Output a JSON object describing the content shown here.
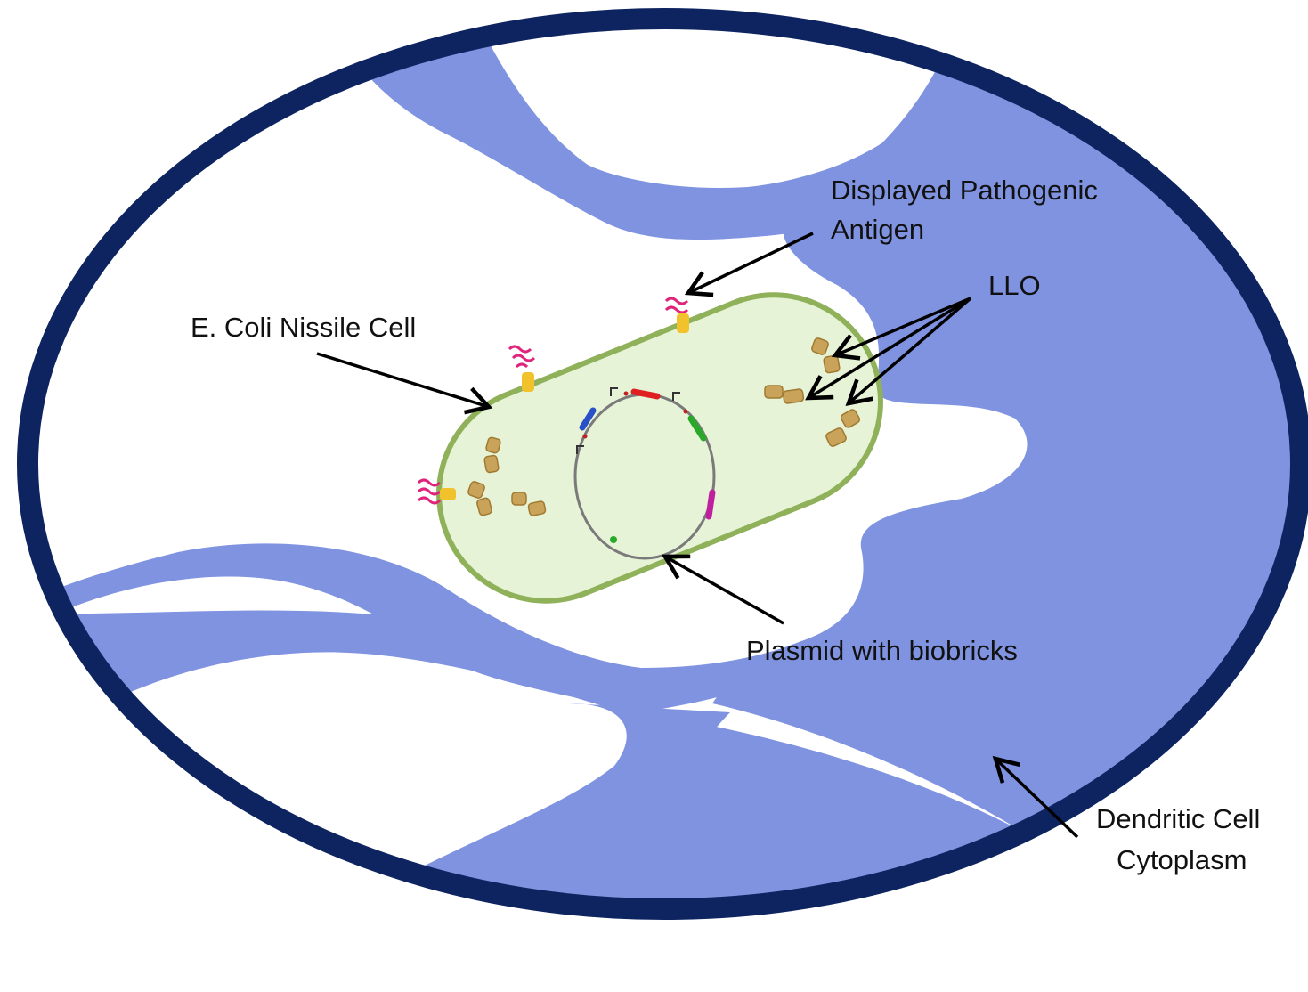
{
  "labels": {
    "displayed_antigen_line1": "Displayed Pathogenic",
    "displayed_antigen_line2": "Antigen",
    "llo": "LLO",
    "ecoli_cell": "E. Coli Nissile Cell",
    "plasmid": "Plasmid with biobricks",
    "dendritic_line1": "Dendritic Cell",
    "dendritic_line2": "Cytoplasm"
  },
  "colors": {
    "cell_membrane": "#0d2460",
    "cytoplasm": "#7f93e0",
    "bacterium_fill": "#e6f3d6",
    "bacterium_border": "#8fb15a",
    "plasmid_line": "#7a7a7a",
    "arrow": "#000000",
    "llo_protein": "#c9a35a",
    "antigen_pink": "#e0247c",
    "antigen_gold": "#f2c22c",
    "biobrick_red": "#e02020",
    "biobrick_green": "#2aa82a",
    "biobrick_blue": "#2a50c8",
    "biobrick_magenta": "#c020a0"
  }
}
